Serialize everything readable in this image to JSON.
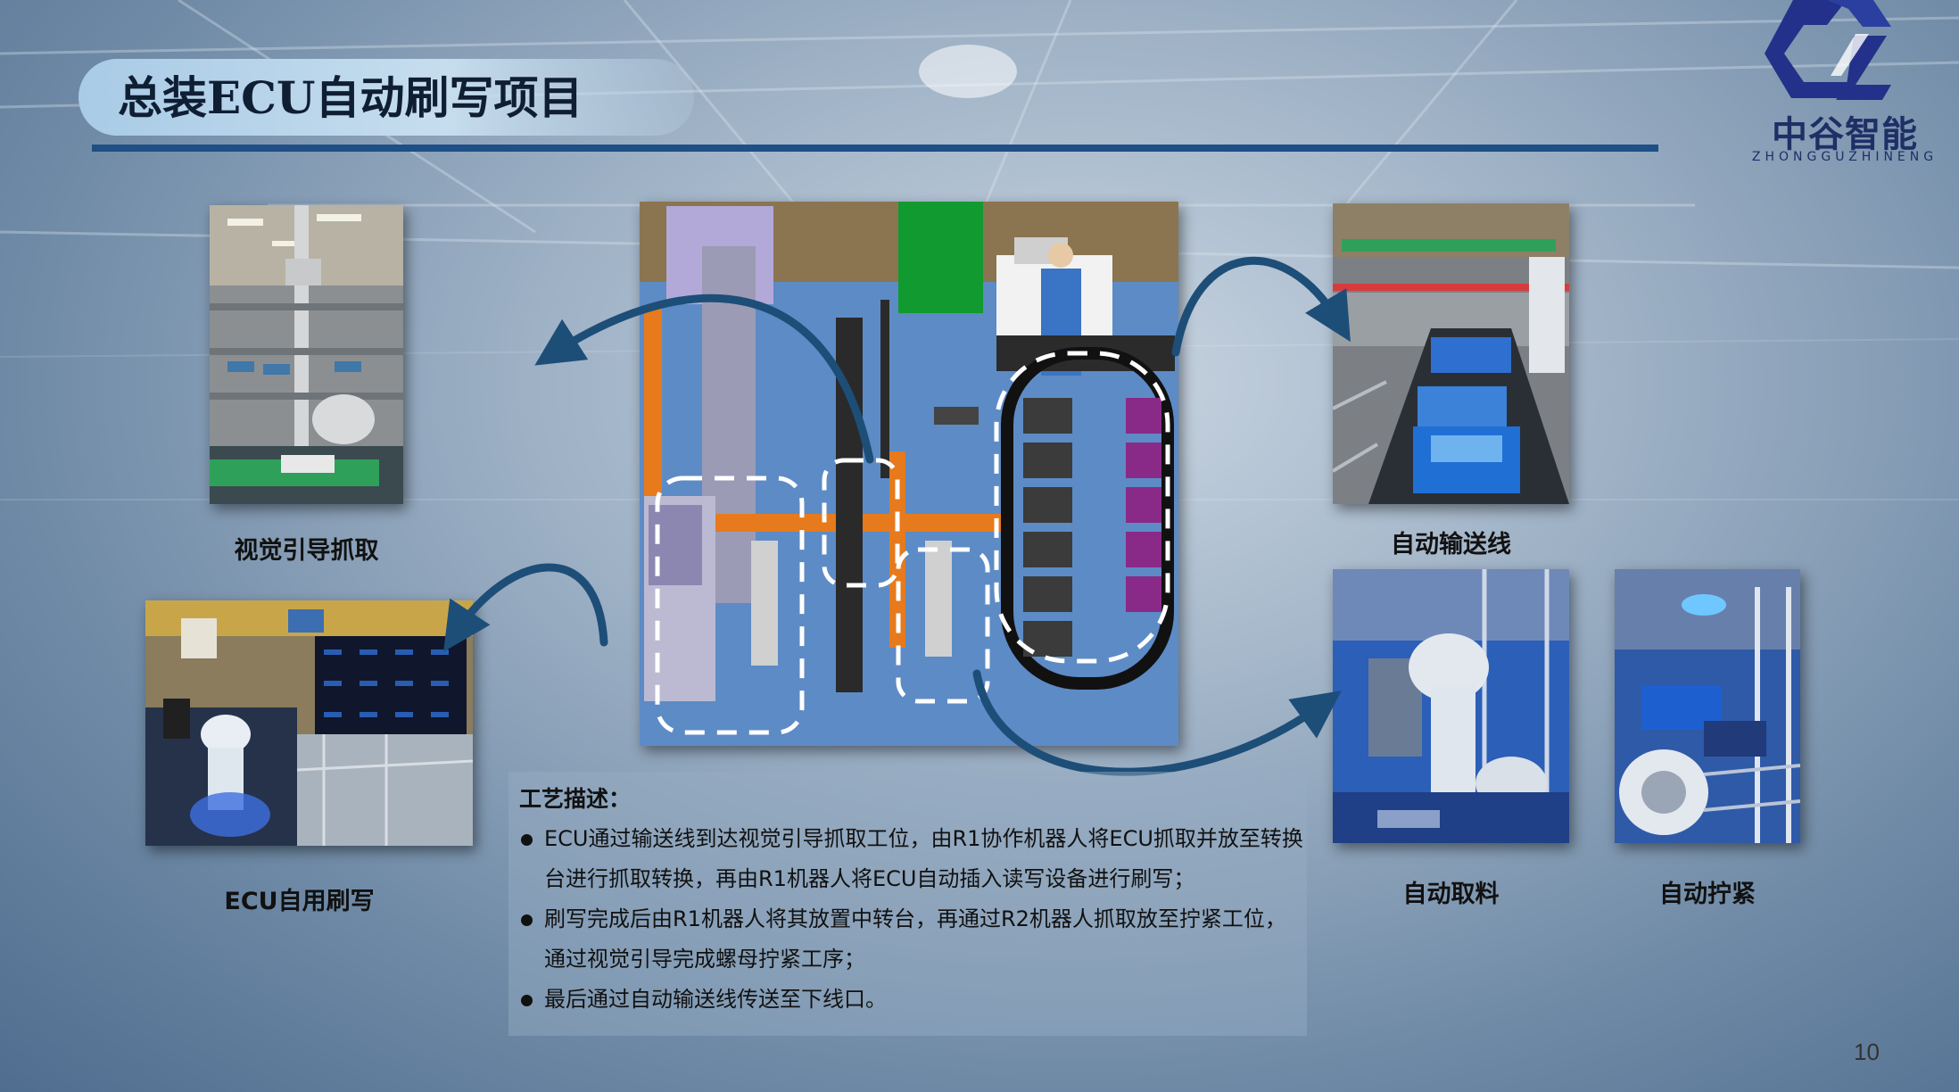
{
  "header": {
    "title": "总装ECU自动刷写项目"
  },
  "logo": {
    "name_cn": "中谷智能",
    "name_en": "ZHONGGUZHINENG",
    "icon": "zg-logo-icon",
    "brand_color": "#1f2f66"
  },
  "photos": [
    {
      "id": "vision-guided-grab",
      "caption": "视觉引导抓取"
    },
    {
      "id": "ecu-flashing",
      "caption": "ECU自用刷写"
    },
    {
      "id": "auto-conveyor",
      "caption": "自动输送线"
    },
    {
      "id": "auto-pick",
      "caption": "自动取料"
    },
    {
      "id": "auto-tighten",
      "caption": "自动拧紧"
    }
  ],
  "process": {
    "title": "工艺描述：",
    "bullets": [
      "ECU通过输送线到达视觉引导抓取工位，由R1协作机器人将ECU抓取并放至转换台进行抓取转换，再由R1机器人将ECU自动插入读写设备进行刷写；",
      "刷写完成后由R1机器人将其放置中转台，再通过R2机器人抓取放至拧紧工位，通过视觉引导完成螺母拧紧工序；",
      "最后通过自动输送线传送至下线口。"
    ]
  },
  "colors": {
    "accent": "#1e4f86",
    "arrow": "#1d4e78",
    "title_pill": "#b8d4ea"
  },
  "page_number": "10"
}
